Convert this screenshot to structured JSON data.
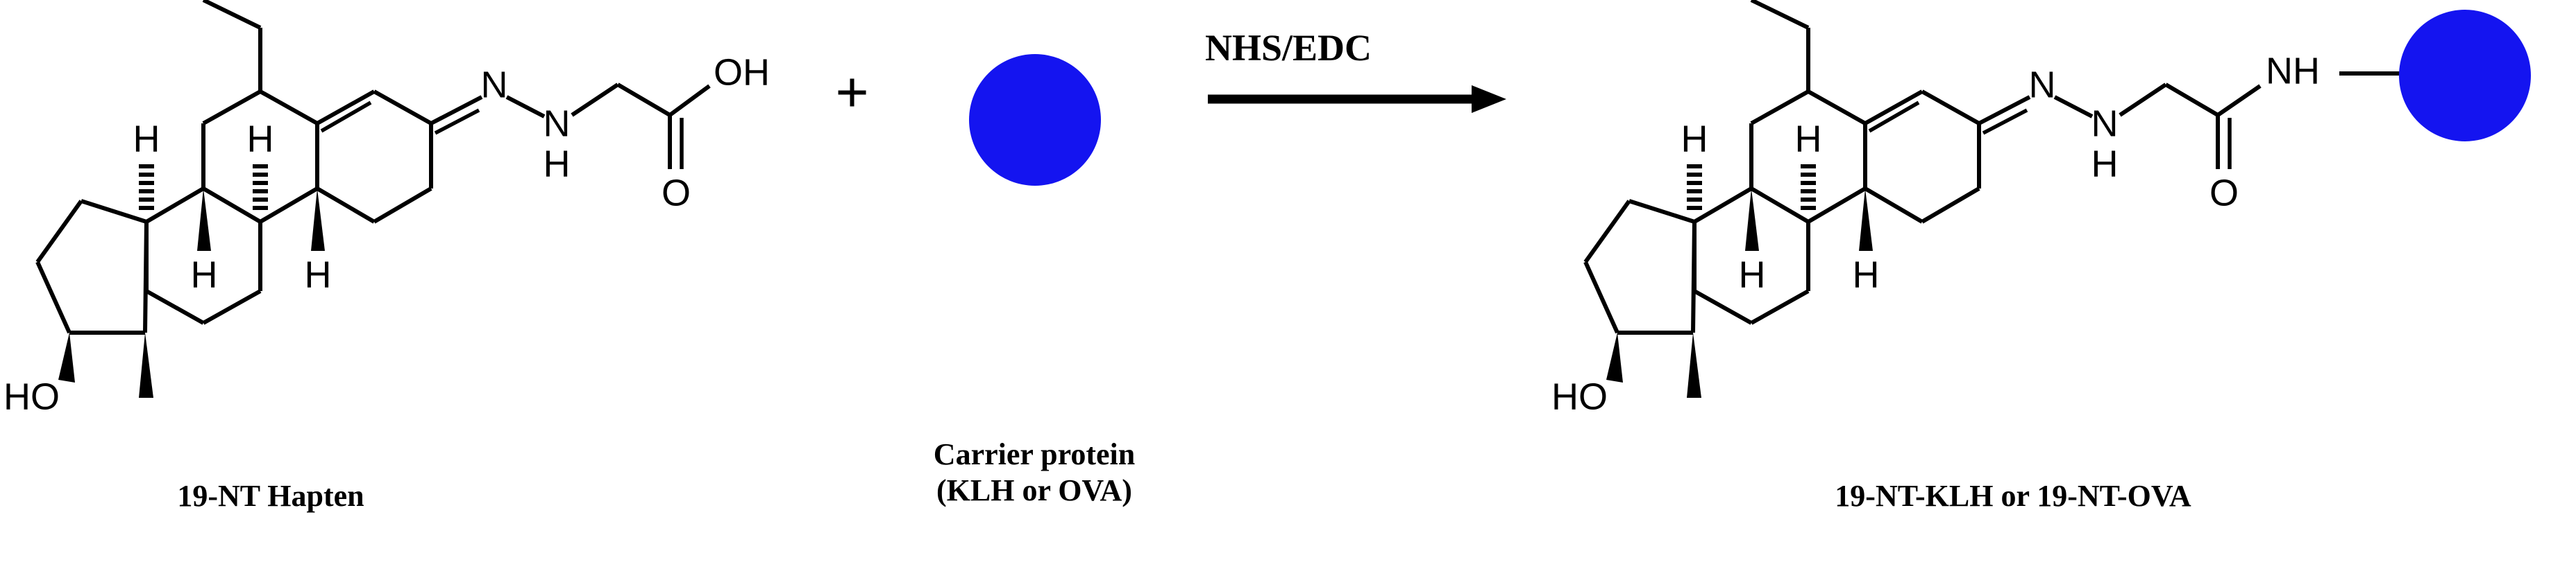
{
  "figure": {
    "type": "reaction-scheme",
    "description": "Conjugation of 19-NT hapten to a carrier protein using NHS/EDC chemistry",
    "background_color": "#FFFFFF",
    "bond_color": "#000000",
    "protein_color": "#1414F0"
  },
  "reactant": {
    "caption": "19-NT Hapten",
    "atom_labels": {
      "hydroxyl": "HO",
      "imine_nitrogen": "N",
      "amine_nitrogen": "N",
      "amine_hydrogen": "H",
      "carbonyl_oxygen": "O",
      "acid_hydroxyl": "OH",
      "h_8": "H",
      "h_9": "H",
      "h_14": "H",
      "h_13": "H"
    }
  },
  "plus": {
    "symbol": "+"
  },
  "carrier": {
    "caption": "Carrier protein\n(KLH or OVA)",
    "caption_line1": "Carrier protein",
    "caption_line2": "(KLH or OVA)",
    "color": "#1414F0",
    "shape": "ellipse"
  },
  "arrow": {
    "reagent_label": "NHS/EDC",
    "direction": "right"
  },
  "product": {
    "caption": "19-NT-KLH or 19-NT-OVA",
    "atom_labels": {
      "hydroxyl": "HO",
      "imine_nitrogen": "N",
      "amine_nitrogen": "N",
      "amine_hydrogen": "H",
      "carbonyl_oxygen": "O",
      "amide_nh": "NH",
      "h_8": "H",
      "h_9": "H",
      "h_14": "H",
      "h_13": "H"
    },
    "protein_color": "#1414F0"
  }
}
